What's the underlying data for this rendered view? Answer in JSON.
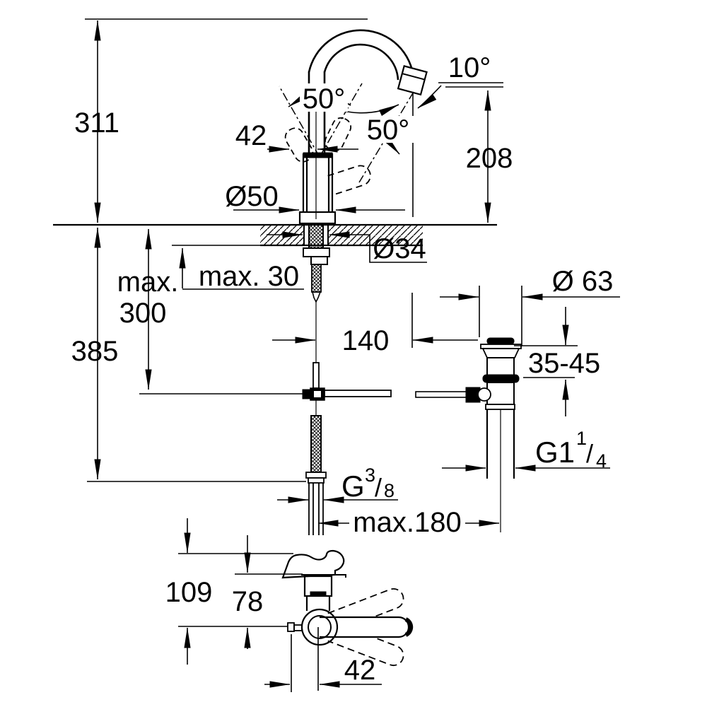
{
  "drawing": {
    "colors": {
      "line": "#000000",
      "background": "#ffffff"
    },
    "labels": {
      "height_total": "311",
      "handle_offset_top": "42",
      "handle_swing_angle": "50°",
      "spout_swivel_angle": "50°",
      "outlet_angle": "10°",
      "spout_height": "208",
      "base_diameter": "Ø50",
      "hole_diameter": "Ø34",
      "deck_thickness": "max. 30",
      "clearance_word": "max.",
      "clearance_value": "300",
      "total_below_height": "385",
      "spout_projection": "140",
      "drain_flange_diameter": "Ø 63",
      "drain_clamp_range": "35-45",
      "drain_thread_main": "G1",
      "drain_thread_numerator": "1",
      "drain_thread_slash": "/",
      "drain_thread_denominator": "4",
      "supply_thread_main": "G",
      "supply_thread_numerator": "3",
      "supply_thread_slash": "/",
      "supply_thread_denominator": "8",
      "drain_offset": "max.180",
      "handle_total_height": "109",
      "body_height": "78",
      "handle_offset_bottom": "42"
    }
  }
}
